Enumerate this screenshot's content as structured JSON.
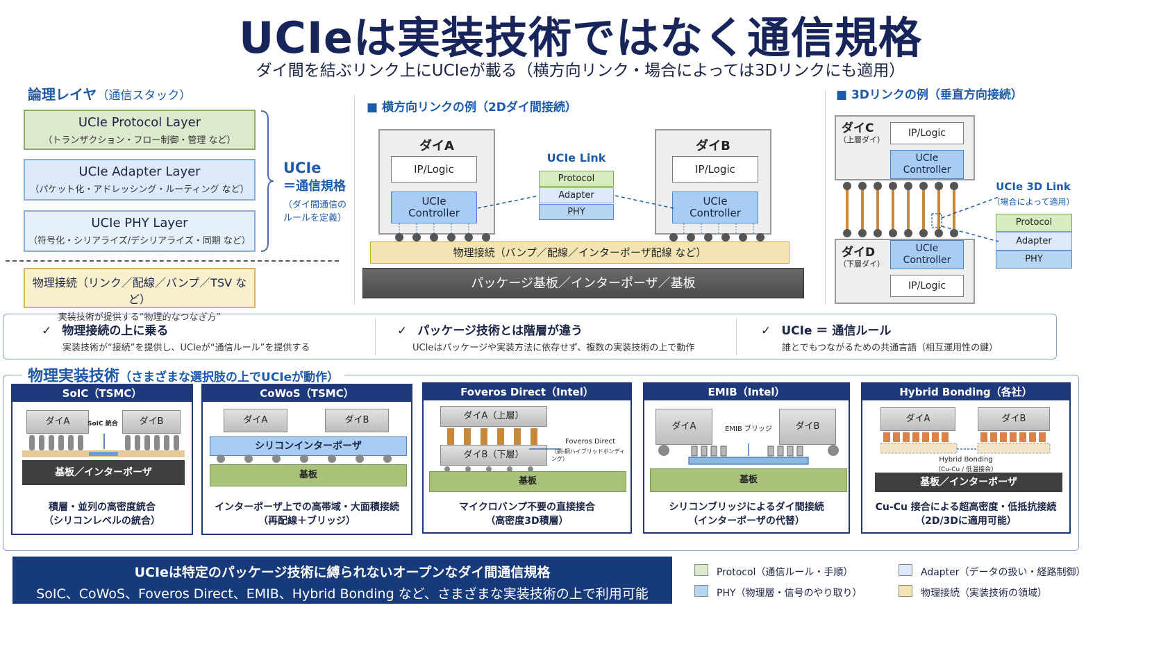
{
  "title": "UCIeは実装技術ではなく通信規格",
  "subtitle": "ダイ間を結ぶリンク上にUCIeが載る（横方向リンク・場合によっては3Dリンクにも適用）",
  "logical": {
    "heading": "論理レイヤ",
    "heading_sub": "（通信スタック）",
    "layers": [
      {
        "title": "UCIe Protocol Layer",
        "sub": "（トランザクション・フロー制御・管理 など）"
      },
      {
        "title": "UCIe Adapter Layer",
        "sub": "（パケット化・アドレッシング・ルーティング など）"
      },
      {
        "title": "UCIe PHY Layer",
        "sub": "（符号化・シリアライズ/デシリアライズ・同期 など）"
      }
    ],
    "brace_title": "UCIe",
    "brace_title2": "＝通信規格",
    "brace_sub1": "（ダイ間通信の",
    "brace_sub2": "ルールを定義）",
    "physical_title": "物理接続（リンク／配線／バンプ／TSV など）",
    "physical_sub": "実装技術が提供する“物理的なつなぎ方”"
  },
  "lateral": {
    "heading": "■ 横方向リンクの例（2Dダイ間接続）",
    "die_a": "ダイA",
    "die_b": "ダイB",
    "ip_logic": "IP/Logic",
    "controller_l1": "UCIe",
    "controller_l2": "Controller",
    "link_title": "UCIe Link",
    "stack": [
      "Protocol",
      "Adapter",
      "PHY"
    ],
    "physical": "物理接続（バンプ／配線／インターポーザ配線 など）",
    "package": "パッケージ基板／インターポーザ／基板"
  },
  "vertical": {
    "heading": "■ 3Dリンクの例（垂直方向接続）",
    "die_c": "ダイC",
    "die_c_sub": "（上層ダイ）",
    "die_d": "ダイD",
    "die_d_sub": "（下層ダイ）",
    "ip_logic": "IP/Logic",
    "controller_l1": "UCIe",
    "controller_l2": "Controller",
    "link_title": "UCIe 3D Link",
    "link_sub": "（場合によって適用）",
    "stack": [
      "Protocol",
      "Adapter",
      "PHY"
    ]
  },
  "checks": [
    {
      "title": "物理接続の上に乗る",
      "sub": "実装技術が“接続”を提供し、UCIeが“通信ルール”を提供する"
    },
    {
      "title": "パッケージ技術とは階層が違う",
      "sub": "UCIeはパッケージや実装方法に依存せず、複数の実装技術の上で動作"
    },
    {
      "title": "UCIe ＝ 通信ルール",
      "sub": "誰とでもつながるための共通言語（相互運用性の鍵）"
    }
  ],
  "check_mark": "✓",
  "impl": {
    "heading": "物理実装技術",
    "heading_sub": "（さまざまな選択肢の上でUCIeが動作）",
    "techs": [
      {
        "name": "SoIC（TSMC）",
        "die_a": "ダイA",
        "die_b": "ダイB",
        "note": "SoIC 統合",
        "substrate": "基板／インターポーザ",
        "cap1": "積層・並列の高密度統合",
        "cap2": "（シリコンレベルの統合）"
      },
      {
        "name": "CoWoS（TSMC）",
        "die_a": "ダイA",
        "die_b": "ダイB",
        "interposer": "シリコンインターポーザ",
        "substrate": "基板",
        "cap1": "インターポーザ上での高帯域・大面積接続",
        "cap2": "（再配線＋ブリッジ）"
      },
      {
        "name": "Foveros Direct（Intel）",
        "die_a": "ダイA（上層）",
        "die_b": "ダイB（下層）",
        "note1": "Foveros Direct",
        "note2": "（銅-銅ハイブリッドボンディング）",
        "substrate": "基板",
        "cap1": "マイクロバンプ不要の直接接合",
        "cap2": "（高密度3D積層）"
      },
      {
        "name": "EMIB（Intel）",
        "die_a": "ダイA",
        "die_b": "ダイB",
        "note": "EMIB ブリッジ",
        "substrate": "基板",
        "cap1": "シリコンブリッジによるダイ間接続",
        "cap2": "（インターポーザの代替）"
      },
      {
        "name": "Hybrid Bonding（各社）",
        "die_a": "ダイA",
        "die_b": "ダイB",
        "note1": "Hybrid Bonding",
        "note2": "（Cu-Cu / 低温接合）",
        "substrate": "基板／インターポーザ",
        "cap1": "Cu-Cu 接合による超高密度・低抵抗接続",
        "cap2": "（2D/3Dに適用可能）"
      }
    ]
  },
  "footer": {
    "line1": "UCIeは特定のパッケージ技術に縛られないオープンなダイ間通信規格",
    "line2": "SoIC、CoWoS、Foveros Direct、EMIB、Hybrid Bonding など、さまざまな実装技術の上で利用可能"
  },
  "legend": [
    {
      "label": "Protocol（通信ルール・手順）",
      "color": "#dde9cd"
    },
    {
      "label": "Adapter（データの扱い・経路制御）",
      "color": "#dce9f8"
    },
    {
      "label": "PHY（物理層・信号のやり取り）",
      "color": "#b6d5f3"
    },
    {
      "label": "物理接続（実装技術の領域）",
      "color": "#f3e4b3"
    }
  ]
}
